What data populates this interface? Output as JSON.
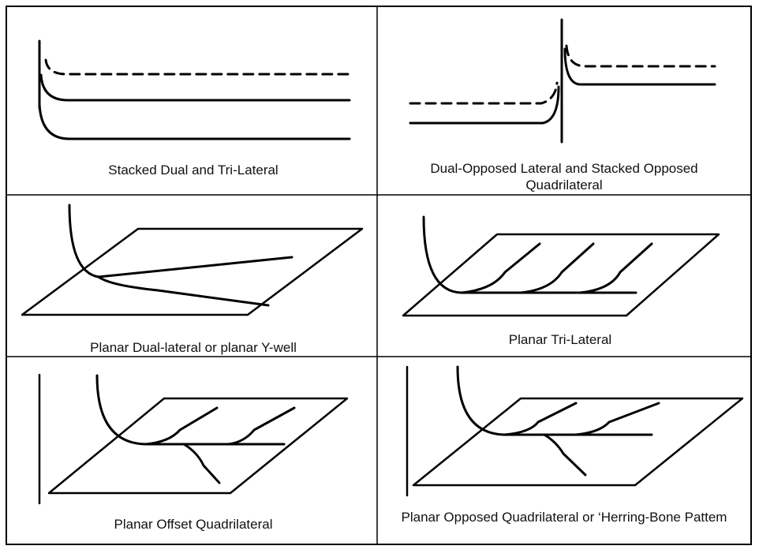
{
  "figure": {
    "panels": [
      {
        "id": "stacked",
        "caption": "Stacked Dual and Tri-Lateral"
      },
      {
        "id": "dual-opposed",
        "caption": "Dual-Opposed Lateral and Stacked Opposed Quadrilateral"
      },
      {
        "id": "planar-dual",
        "caption": "Planar Dual-lateral or planar Y-well"
      },
      {
        "id": "planar-tri",
        "caption": "Planar Tri-Lateral"
      },
      {
        "id": "planar-offset",
        "caption": "Planar Offset Quadrilateral"
      },
      {
        "id": "planar-opposed",
        "caption": "Planar Opposed Quadrilateral or ‘Herring-Bone Pattem"
      }
    ]
  }
}
